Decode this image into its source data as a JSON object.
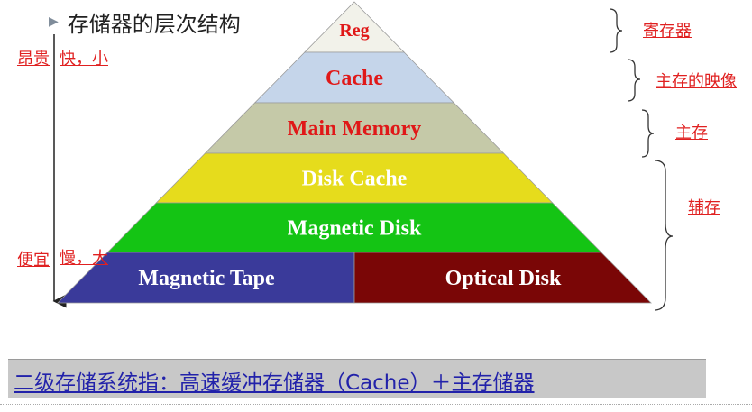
{
  "header": {
    "title": "存储器的层次结构"
  },
  "left_labels": {
    "top_price": "昂贵",
    "top_speed": "快，小",
    "bottom_price": "便宜",
    "bottom_speed": "慢，大"
  },
  "layers": [
    {
      "label": "Reg",
      "fill": "#f2f2ea",
      "text_color": "#e01818"
    },
    {
      "label": "Cache",
      "fill": "#c5d5ea",
      "text_color": "#e01818"
    },
    {
      "label": "Main Memory",
      "fill": "#c5c9a8",
      "text_color": "#e01818"
    },
    {
      "label": "Disk Cache",
      "fill": "#e6dc1c",
      "text_color": "#ffffff"
    },
    {
      "label": "Magnetic Disk",
      "fill": "#14c414",
      "text_color": "#ffffff"
    }
  ],
  "bottom_layer": {
    "left": {
      "label": "Magnetic Tape",
      "fill": "#3a3a9a",
      "text_color": "#ffffff"
    },
    "right": {
      "label": "Optical Disk",
      "fill": "#7a0606",
      "text_color": "#ffffff"
    }
  },
  "right_labels": [
    {
      "text": "寄存器"
    },
    {
      "text": "主存的映像"
    },
    {
      "text": "主存"
    },
    {
      "text": "辅存"
    }
  ],
  "footer": {
    "text": "二级存储系统指：高速缓冲存储器（Cache）＋主存储器"
  }
}
